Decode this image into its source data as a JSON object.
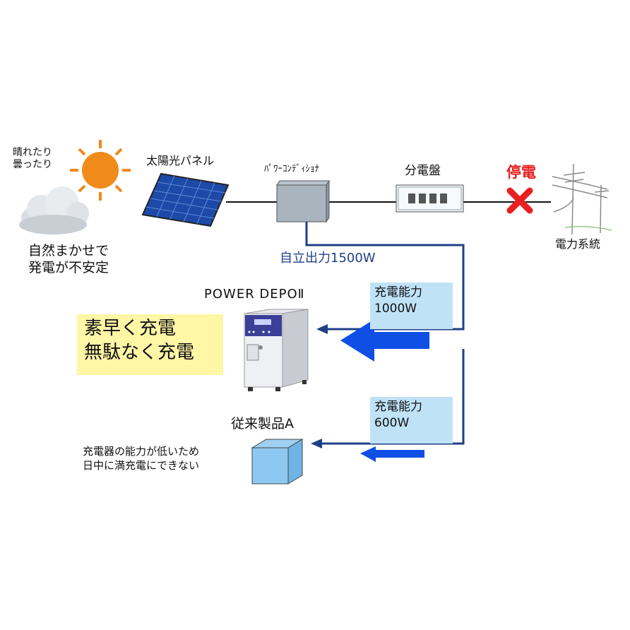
{
  "labels": {
    "weather": [
      "晴れたり",
      "曇ったり"
    ],
    "weather_note": [
      "自然まかせで",
      "発電が不安定"
    ],
    "solar_panel": "太陽光パネル",
    "power_conditioner": "ﾊﾟﾜｰｺﾝﾃﾞｨｼｮﾅ",
    "distribution_board": "分電盤",
    "outage": "停電",
    "power_grid": "電力系統",
    "autonomous_output": "自立出力1500W",
    "product_main": "POWER DEPOⅡ",
    "product_conventional": "従来製品A",
    "charge_main": [
      "充電能力",
      "1000W"
    ],
    "charge_conventional": [
      "充電能力",
      "600W"
    ],
    "highlight": [
      "素早く充電",
      "無駄なく充電"
    ],
    "conventional_note": [
      "充電器の能力が低いため",
      "日中に満充電にできない"
    ]
  },
  "colors": {
    "line_blue": "#1f3f86",
    "arrow_blue": "#0f4fe6",
    "outage_red": "#e8201f",
    "charge_box": "#bfe2f7",
    "highlight": "#fff6a6",
    "sun": "#f08a1a"
  },
  "icons": [
    "sun-icon",
    "cloud-icon",
    "solar-panel-icon",
    "power-conditioner-icon",
    "distribution-board-icon",
    "outage-x-icon",
    "utility-pole-icon",
    "power-depo-unit-icon",
    "conventional-product-box-icon"
  ]
}
